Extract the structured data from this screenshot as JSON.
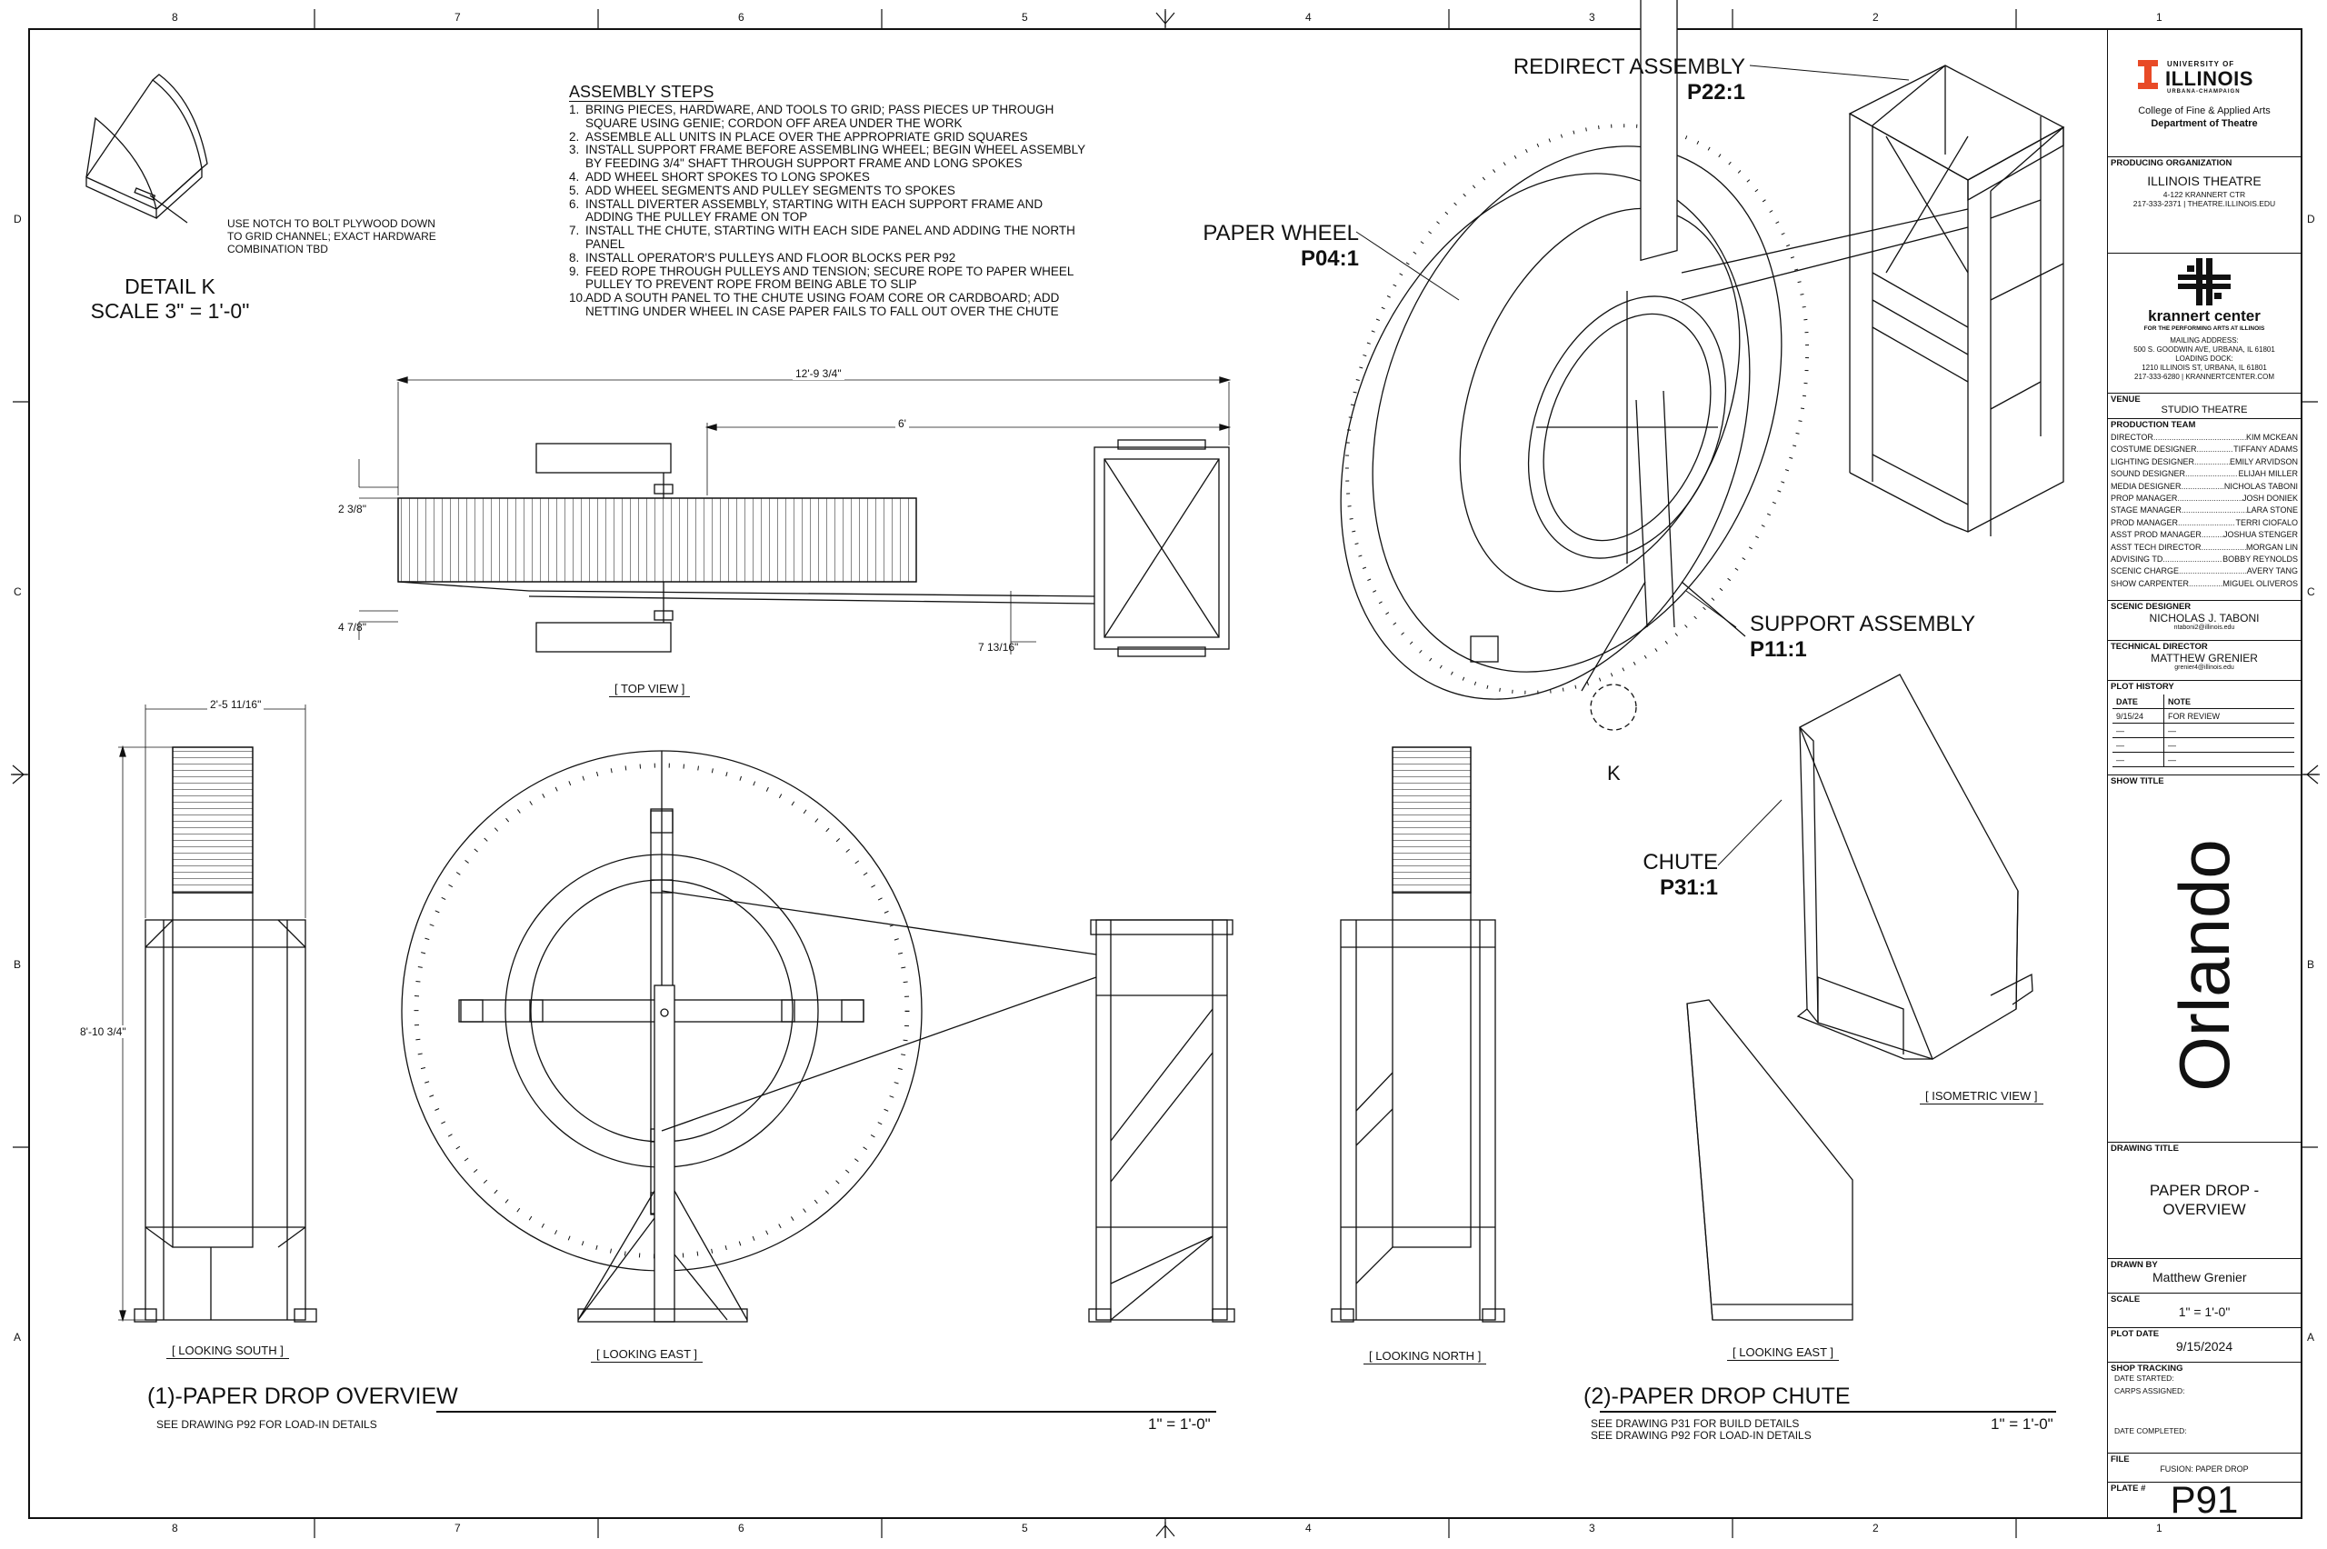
{
  "border": {
    "columns_top": [
      "8",
      "7",
      "6",
      "5",
      "4",
      "3",
      "2",
      "1"
    ],
    "rows_side": [
      "D",
      "C",
      "B",
      "A"
    ]
  },
  "detail_k": {
    "title": "DETAIL K",
    "scale": "SCALE 3\" = 1'-0\"",
    "note": "USE NOTCH TO BOLT PLYWOOD DOWN\nTO GRID CHANNEL; EXACT HARDWARE\nCOMBINATION TBD"
  },
  "assembly_steps": {
    "title": "ASSEMBLY STEPS",
    "steps": [
      {
        "n": "1.",
        "text": "BRING PIECES, HARDWARE, AND TOOLS TO GRID; PASS PIECES UP THROUGH SQUARE USING GENIE; CORDON OFF AREA UNDER THE WORK"
      },
      {
        "n": "2.",
        "text": "ASSEMBLE ALL UNITS IN PLACE OVER THE APPROPRIATE GRID SQUARES"
      },
      {
        "n": "3.",
        "text": "INSTALL SUPPORT FRAME BEFORE ASSEMBLING WHEEL; BEGIN WHEEL ASSEMBLY BY FEEDING 3/4\" SHAFT THROUGH SUPPORT FRAME AND LONG SPOKES"
      },
      {
        "n": "4.",
        "text": "ADD WHEEL SHORT SPOKES TO LONG SPOKES"
      },
      {
        "n": "5.",
        "text": "ADD WHEEL SEGMENTS AND PULLEY SEGMENTS TO SPOKES"
      },
      {
        "n": "6.",
        "text": "INSTALL DIVERTER ASSEMBLY, STARTING WITH EACH SUPPORT FRAME AND ADDING THE PULLEY FRAME ON TOP"
      },
      {
        "n": "7.",
        "text": "INSTALL THE CHUTE, STARTING WITH EACH SIDE PANEL AND ADDING THE NORTH PANEL"
      },
      {
        "n": "8.",
        "text": "INSTALL OPERATOR'S PULLEYS AND FLOOR BLOCKS PER P92"
      },
      {
        "n": "9.",
        "text": "FEED ROPE THROUGH PULLEYS AND TENSION; SECURE ROPE TO PAPER WHEEL PULLEY TO PREVENT ROPE FROM BEING ABLE TO SLIP"
      },
      {
        "n": "10.",
        "text": "ADD A SOUTH PANEL TO THE CHUTE USING FOAM CORE OR CARDBOARD; ADD NETTING UNDER WHEEL IN CASE PAPER FAILS TO FALL OUT OVER THE CHUTE"
      }
    ]
  },
  "callouts": {
    "redirect": {
      "name": "REDIRECT ASSEMBLY",
      "code": "P22:1"
    },
    "paper_wheel": {
      "name": "PAPER WHEEL",
      "code": "P04:1"
    },
    "support": {
      "name": "SUPPORT ASSEMBLY",
      "code": "P11:1"
    },
    "k": "K",
    "chute": {
      "name": "CHUTE",
      "code": "P31:1"
    }
  },
  "dimensions": {
    "overall_width": "12'-9 3/4\"",
    "offset": "6'",
    "left_top": "2 3/8\"",
    "left_bottom": "4 7/8\"",
    "right_side": "7 13/16\"",
    "south_width": "2'-5 11/16\"",
    "height": "8'-10 3/4\""
  },
  "views": {
    "top": "TOP VIEW",
    "south": "LOOKING SOUTH",
    "east": "LOOKING EAST",
    "north": "LOOKING NORTH",
    "chute_east": "LOOKING EAST",
    "iso": "ISOMETRIC VIEW"
  },
  "drawing1": {
    "title": "(1)-PAPER DROP OVERVIEW",
    "note": "SEE DRAWING P92 FOR LOAD-IN DETAILS",
    "scale": "1\" = 1'-0\""
  },
  "drawing2": {
    "title": "(2)-PAPER DROP CHUTE",
    "note1": "SEE DRAWING P31 FOR BUILD DETAILS",
    "note2": "SEE DRAWING P92 FOR LOAD-IN DETAILS",
    "scale": "1\" = 1'-0\""
  },
  "title_block": {
    "logo_line1": "UNIVERSITY OF",
    "logo_line2": "ILLINOIS",
    "logo_line3": "URBANA-CHAMPAIGN",
    "college": "College of Fine & Applied Arts",
    "department": "Department of Theatre",
    "producing_org_hd": "PRODUCING ORGANIZATION",
    "producing_org": "ILLINOIS THEATRE",
    "org_addr1": "4-122 KRANNERT CTR",
    "org_addr2": "217-333-2371 | THEATRE.ILLINOIS.EDU",
    "krannert": "krannert center",
    "krannert_sub": "FOR THE PERFORMING ARTS AT ILLINOIS",
    "mail_hd": "MAILING ADDRESS:",
    "mail1": "500 S. GOODWIN AVE, URBANA, IL 61801",
    "dock_hd": "LOADING DOCK:",
    "dock1": "1210 ILLINOIS ST, URBANA, IL 61801",
    "dock2": "217-333-6280 | KRANNERTCENTER.COM",
    "venue_hd": "VENUE",
    "venue": "STUDIO THEATRE",
    "team_hd": "PRODUCTION TEAM",
    "team": [
      {
        "role": "DIRECTOR",
        "name": "KIM MCKEAN"
      },
      {
        "role": "COSTUME DESIGNER",
        "name": "TIFFANY ADAMS"
      },
      {
        "role": "LIGHTING DESIGNER",
        "name": "EMILY ARVIDSON"
      },
      {
        "role": "SOUND DESIGNER",
        "name": "ELIJAH MILLER"
      },
      {
        "role": "MEDIA DESIGNER",
        "name": "NICHOLAS TABONI"
      },
      {
        "role": "PROP MANAGER",
        "name": "JOSH DONIEK"
      },
      {
        "role": "STAGE MANAGER",
        "name": "LARA STONE"
      },
      {
        "role": "PROD MANAGER",
        "name": "TERRI CIOFALO"
      },
      {
        "role": "ASST PROD MANAGER",
        "name": "JOSHUA STENGER"
      },
      {
        "role": "ASST TECH DIRECTOR",
        "name": "MORGAN LIN"
      },
      {
        "role": "ADVISING TD",
        "name": "BOBBY REYNOLDS"
      },
      {
        "role": "SCENIC CHARGE",
        "name": "AVERY TANG"
      },
      {
        "role": "SHOW CARPENTER",
        "name": "MIGUEL OLIVEROS"
      }
    ],
    "scenic_hd": "SCENIC DESIGNER",
    "scenic": "NICHOLAS J. TABONI",
    "scenic_email": "ntaboni2@illinois.edu",
    "td_hd": "TECHNICAL DIRECTOR",
    "td": "MATTHEW GRENIER",
    "td_email": "grenier4@illinois.edu",
    "plot_hd": "PLOT HISTORY",
    "plot_cols": [
      "DATE",
      "NOTE"
    ],
    "plot_rows": [
      {
        "date": "9/15/24",
        "note": "FOR REVIEW"
      },
      {
        "date": "—",
        "note": "—"
      },
      {
        "date": "—",
        "note": "—"
      },
      {
        "date": "—",
        "note": "—"
      }
    ],
    "show_hd": "SHOW TITLE",
    "show": "Orlando",
    "drawing_title_hd": "DRAWING TITLE",
    "drawing_title": "PAPER DROP -\nOVERVIEW",
    "drawn_hd": "DRAWN BY",
    "drawn": "Matthew Grenier",
    "scale_hd": "SCALE",
    "scale": "1\" = 1'-0\"",
    "plot_date_hd": "PLOT DATE",
    "plot_date": "9/15/2024",
    "shop_hd": "SHOP TRACKING",
    "date_started": "DATE STARTED:",
    "carps": "CARPS ASSIGNED:",
    "date_completed": "DATE COMPLETED:",
    "file_hd": "FILE",
    "file": "FUSION: PAPER DROP",
    "plate_hd": "PLATE #",
    "plate": "P91"
  }
}
